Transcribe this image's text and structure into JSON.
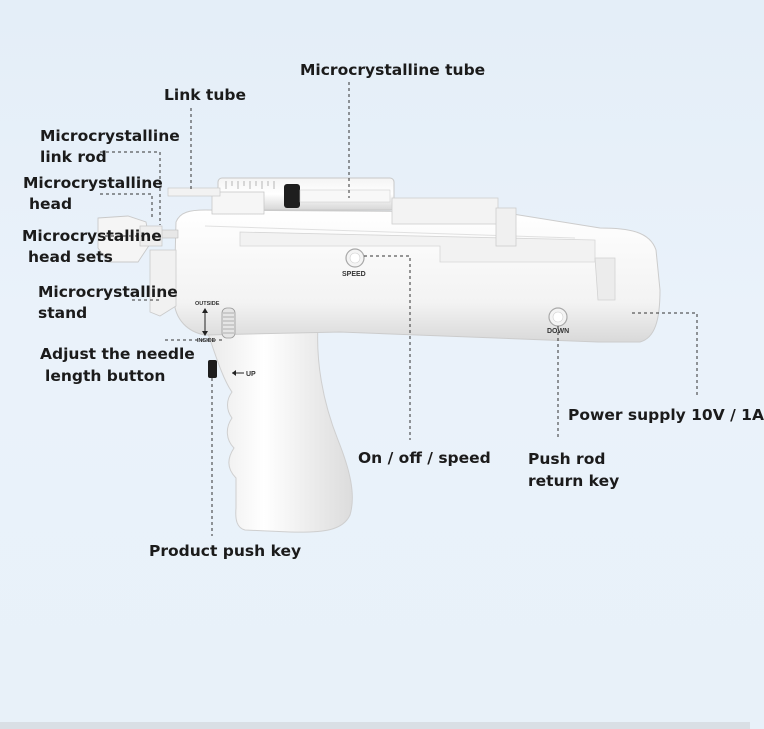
{
  "labels": {
    "microcrystalline_tube": "Microcrystalline tube",
    "link_tube": "Link tube",
    "link_rod_line1": "Microcrystalline",
    "link_rod_line2": "link rod",
    "head_line1": "Microcrystalline",
    "head_line2": "head",
    "head_sets_line1": "Microcrystalline",
    "head_sets_line2": "head sets",
    "stand_line1": "Microcrystalline",
    "stand_line2": "stand",
    "adjust_line1": "Adjust the needle",
    "adjust_line2": "length button",
    "on_off_speed": "On / off / speed",
    "push_rod_line1": "Push rod",
    "push_rod_line2": "return key",
    "power_supply": "Power supply 10V / 1A",
    "product_push_key": "Product push key"
  },
  "device_text": {
    "speed": "SPEED",
    "down": "DOWN",
    "outside": "OUTSIDE",
    "inside": "INSIDE",
    "up": "UP"
  },
  "colors": {
    "background": "#e6eff8",
    "device_body": "#f7f7f7",
    "label_text": "#1b1b1b",
    "leader_line": "#333333"
  }
}
